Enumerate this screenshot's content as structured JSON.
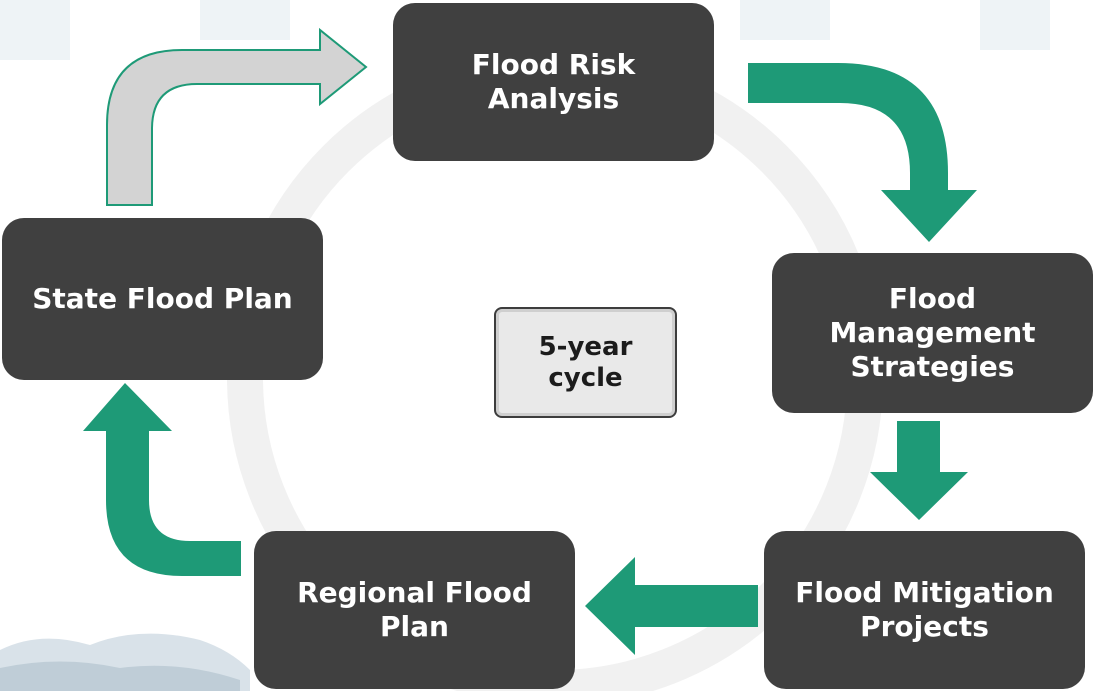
{
  "diagram": {
    "steps": [
      {
        "label": "Flood Risk\nAnalysis"
      },
      {
        "label": "Flood\nManagement\nStrategies"
      },
      {
        "label": "Flood Mitigation\nProjects"
      },
      {
        "label": "Regional Flood\nPlan"
      },
      {
        "label": "State Flood Plan"
      }
    ],
    "center_label": "5-year\ncycle"
  },
  "colors": {
    "box_fill": "#404040",
    "box_text": "#ffffff",
    "arrow_green": "#1e9a77",
    "arrow_grey": "#d3d3d3",
    "ring": "#f1f1f1",
    "badge_fill": "#e9e9e9"
  }
}
